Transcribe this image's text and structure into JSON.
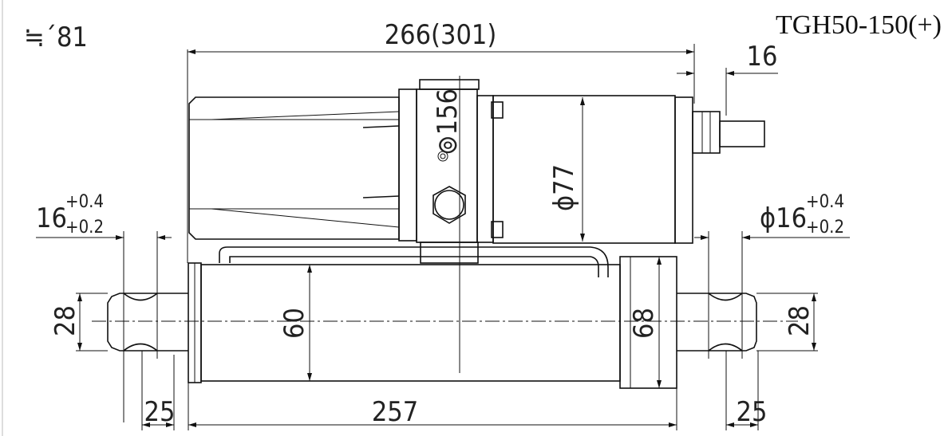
{
  "title": "TGH50-150(+)",
  "note": "≒´81",
  "dimensions": {
    "overall_length": "266(301)",
    "cable_offset": "16",
    "block_diameter": "⊚156",
    "motor_diameter": "ϕ77",
    "left_shaft_width": {
      "base": "16",
      "upper": "+0.4",
      "lower": "+0.2"
    },
    "right_shaft_width": {
      "base": "ϕ16",
      "upper": "+0.4",
      "lower": "+0.2"
    },
    "left_shaft_height": "28",
    "tube_diameter": "60",
    "housing_diameter": "68",
    "right_shaft_height": "28",
    "left_shaft_length": "25",
    "tube_length": "257",
    "right_shaft_length": "25"
  }
}
